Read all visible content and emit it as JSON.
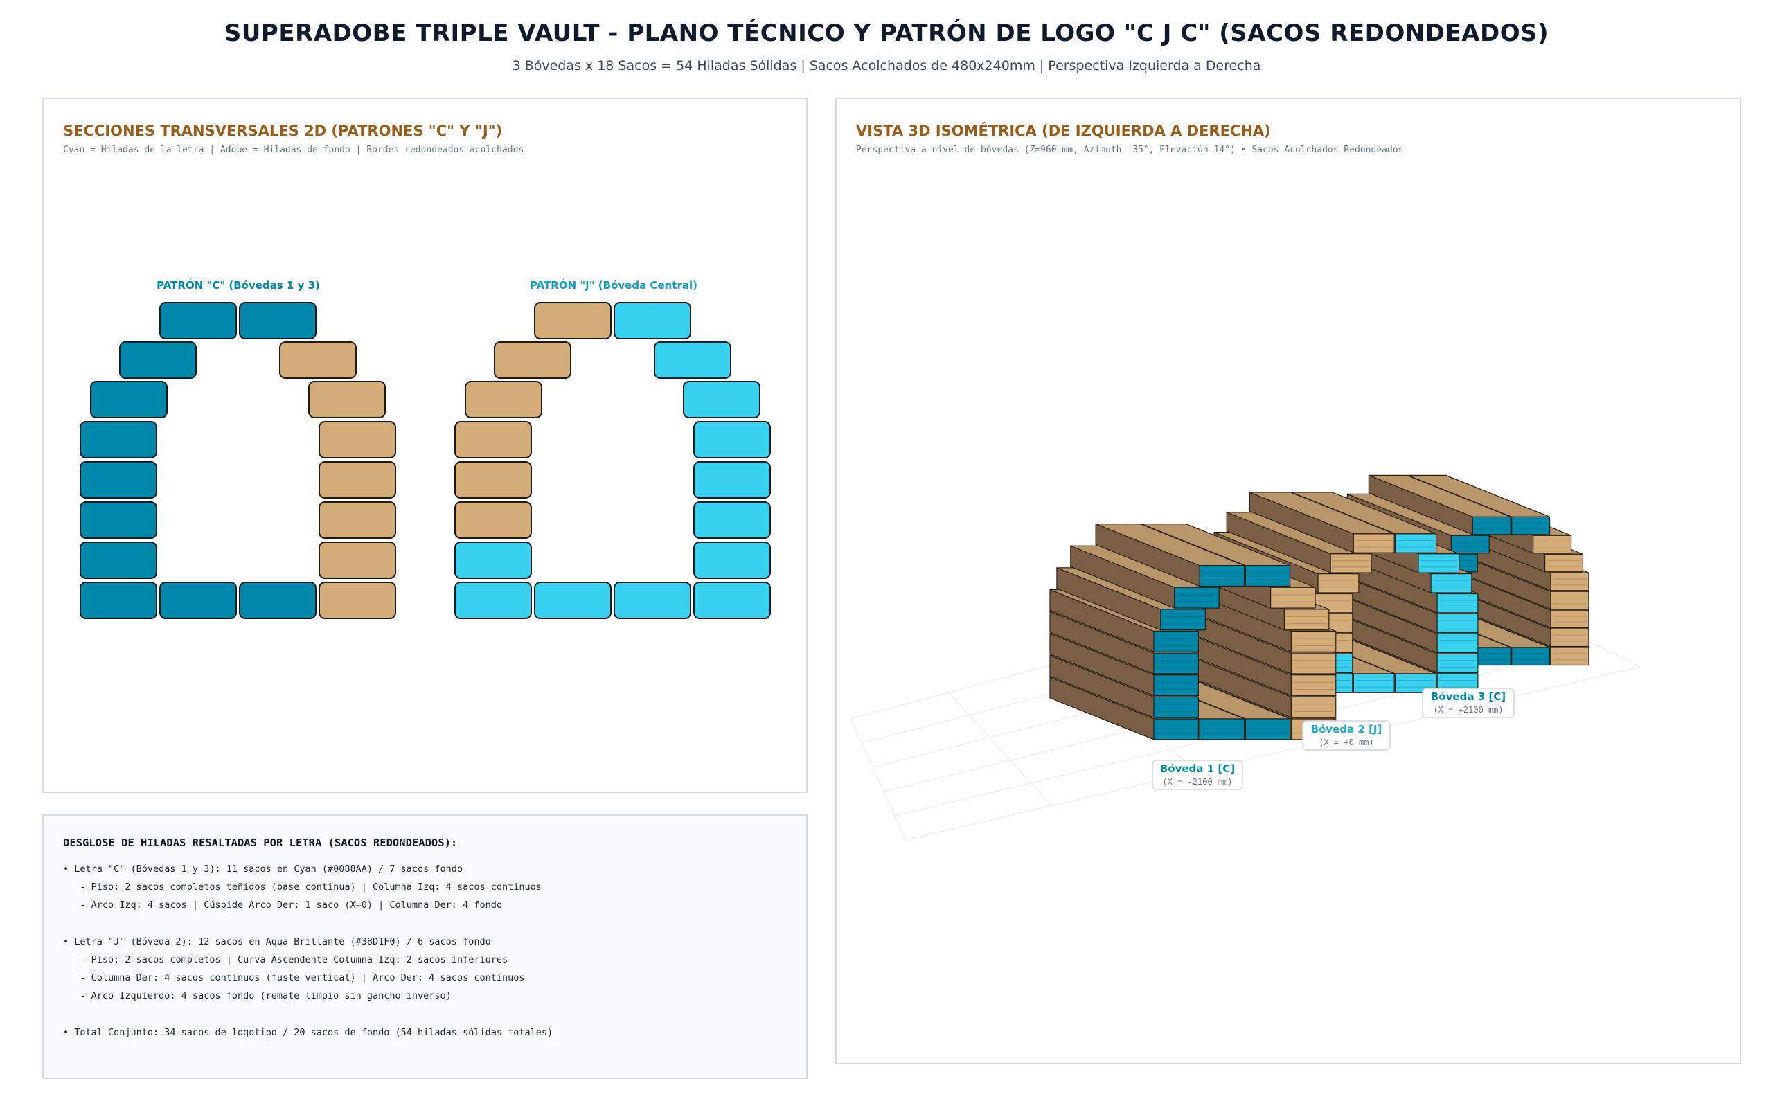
{
  "header": {
    "title": "SUPERADOBE TRIPLE VAULT - PLANO TÉCNICO Y PATRÓN DE LOGO \"C J C\" (SACOS REDONDEADOS)",
    "subtitle": "3 Bóvedas x 18 Sacos = 54 Hiladas Sólidas | Sacos Acolchados de 480x240mm | Perspectiva Izquierda a Derecha"
  },
  "colors": {
    "cyan_dark": "#0088AA",
    "aqua_bright": "#38D1F0",
    "adobe": "#D4AC78",
    "adobe_dark": "#7A5F45",
    "title_accent": "#9C5B16"
  },
  "sections_panel": {
    "title": "SECCIONES TRANSVERSALES 2D (PATRONES \"C\" Y \"J\")",
    "caption": "Cyan = Hiladas de la letra | Adobe = Hiladas de fondo | Bordes redondeados acolchados",
    "patterns": [
      {
        "label": "PATRÓN \"C\" (Bóvedas 1 y 3)",
        "bags": [
          {
            "row": "piso",
            "slot": 1,
            "fill": "letter"
          },
          {
            "row": "piso",
            "slot": 2,
            "fill": "letter"
          },
          {
            "row": "piso",
            "slot": 3,
            "fill": "letter"
          },
          {
            "row": "piso",
            "slot": 4,
            "fill": "background"
          },
          {
            "row": "columna-1",
            "side": "izq",
            "fill": "letter"
          },
          {
            "row": "columna-1",
            "side": "der",
            "fill": "background"
          },
          {
            "row": "columna-2",
            "side": "izq",
            "fill": "letter"
          },
          {
            "row": "columna-2",
            "side": "der",
            "fill": "background"
          },
          {
            "row": "columna-3",
            "side": "izq",
            "fill": "letter"
          },
          {
            "row": "columna-3",
            "side": "der",
            "fill": "background"
          },
          {
            "row": "columna-4",
            "side": "izq",
            "fill": "letter"
          },
          {
            "row": "columna-4",
            "side": "der",
            "fill": "background"
          },
          {
            "row": "arco-1",
            "side": "izq",
            "fill": "letter"
          },
          {
            "row": "arco-1",
            "side": "der",
            "fill": "background"
          },
          {
            "row": "arco-2",
            "side": "izq",
            "fill": "letter"
          },
          {
            "row": "arco-2",
            "side": "der",
            "fill": "background"
          },
          {
            "row": "cuspide",
            "side": "izq",
            "fill": "letter"
          },
          {
            "row": "cuspide",
            "side": "der",
            "fill": "letter"
          }
        ]
      },
      {
        "label": "PATRÓN \"J\" (Bóveda Central)",
        "bags": [
          {
            "row": "piso",
            "slot": 1,
            "fill": "letter"
          },
          {
            "row": "piso",
            "slot": 2,
            "fill": "letter"
          },
          {
            "row": "piso",
            "slot": 3,
            "fill": "letter"
          },
          {
            "row": "piso",
            "slot": 4,
            "fill": "letter"
          },
          {
            "row": "columna-1",
            "side": "izq",
            "fill": "letter"
          },
          {
            "row": "columna-1",
            "side": "der",
            "fill": "letter"
          },
          {
            "row": "columna-2",
            "side": "izq",
            "fill": "background"
          },
          {
            "row": "columna-2",
            "side": "der",
            "fill": "letter"
          },
          {
            "row": "columna-3",
            "side": "izq",
            "fill": "background"
          },
          {
            "row": "columna-3",
            "side": "der",
            "fill": "letter"
          },
          {
            "row": "columna-4",
            "side": "izq",
            "fill": "background"
          },
          {
            "row": "columna-4",
            "side": "der",
            "fill": "letter"
          },
          {
            "row": "arco-1",
            "side": "izq",
            "fill": "background"
          },
          {
            "row": "arco-1",
            "side": "der",
            "fill": "letter"
          },
          {
            "row": "arco-2",
            "side": "izq",
            "fill": "background"
          },
          {
            "row": "arco-2",
            "side": "der",
            "fill": "letter"
          },
          {
            "row": "cuspide",
            "side": "izq",
            "fill": "background"
          },
          {
            "row": "cuspide",
            "side": "der",
            "fill": "letter"
          }
        ]
      }
    ]
  },
  "iso_panel": {
    "title": "VISTA 3D ISOMÉTRICA (DE IZQUIERDA A DERECHA)",
    "caption": "Perspectiva a nivel de bóvedas (Z=960 mm, Azimuth -35°, Elevación 14°) • Sacos Acolchados Redondeados",
    "vault_labels": [
      {
        "name": "Bóveda 1 [C]",
        "sub": "(X = -2100 mm)"
      },
      {
        "name": "Bóveda 2 [J]",
        "sub": "(X = +0 mm)"
      },
      {
        "name": "Bóveda 3 [C]",
        "sub": "(X = +2100 mm)"
      }
    ]
  },
  "notes": {
    "title": "DESGLOSE DE HILADAS RESALTADAS POR LETRA (SACOS REDONDEADOS):",
    "lines": [
      "• Letra \"C\" (Bóvedas 1 y 3): 11 sacos en Cyan (#0088AA) / 7 sacos fondo",
      "   - Piso: 2 sacos completos teñidos (base continua) | Columna Izq: 4 sacos continuos",
      "   - Arco Izq: 4 sacos | Cúspide Arco Der: 1 saco (X=0) | Columna Der: 4 fondo",
      "",
      "• Letra \"J\" (Bóveda 2): 12 sacos en Aqua Brillante (#38D1F0) / 6 sacos fondo",
      "   - Piso: 2 sacos completos | Curva Ascendente Columna Izq: 2 sacos inferiores",
      "   - Columna Der: 4 sacos continuos (fuste vertical) | Arco Der: 4 sacos continuos",
      "   - Arco Izquierdo: 4 sacos fondo (remate limpio sin gancho inverso)",
      "",
      "• Total Conjunto: 34 sacos de logotipo / 20 sacos de fondo (54 hiladas sólidas totales)"
    ]
  }
}
